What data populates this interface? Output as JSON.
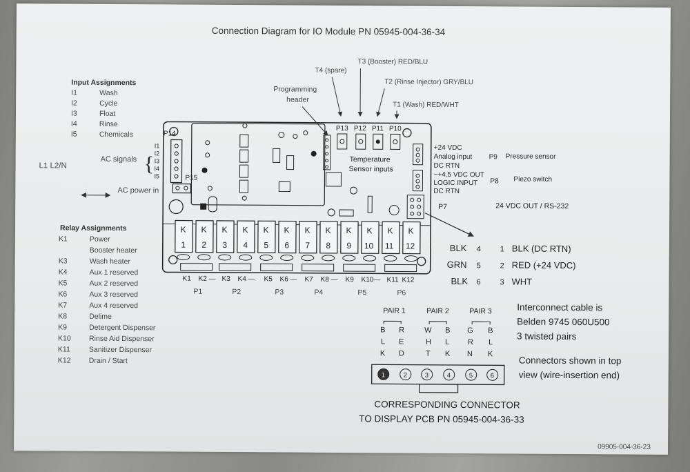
{
  "title": "Connection Diagram for IO Module PN 05945-004-36-34",
  "input_assignments": {
    "heading": "Input Assignments",
    "rows": [
      {
        "id": "I1",
        "label": "Wash"
      },
      {
        "id": "I2",
        "label": "Cycle"
      },
      {
        "id": "I3",
        "label": "Float"
      },
      {
        "id": "I4",
        "label": "Rinse"
      },
      {
        "id": "I5",
        "label": "Chemicals"
      }
    ]
  },
  "left_labels": {
    "l1_l2n": "L1  L2/N",
    "ac_signals": "AC signals",
    "ac_power_in": "AC power in"
  },
  "relay_assignments": {
    "heading": "Relay Assignments",
    "rows": [
      {
        "id": "K1",
        "label": "Power"
      },
      {
        "id": "",
        "label": "Booster heater"
      },
      {
        "id": "K3",
        "label": "Wash heater"
      },
      {
        "id": "K4",
        "label": "Aux 1 reserved"
      },
      {
        "id": "K5",
        "label": "Aux 2 reserved"
      },
      {
        "id": "K6",
        "label": "Aux 3 reserved"
      },
      {
        "id": "K7",
        "label": "Aux 4 reserved"
      },
      {
        "id": "K8",
        "label": "Delime"
      },
      {
        "id": "K9",
        "label": "Detergent Dispenser"
      },
      {
        "id": "K10",
        "label": "Rinse Aid Dispenser"
      },
      {
        "id": "K11",
        "label": "Sanitizer Dispenser"
      },
      {
        "id": "K12",
        "label": "Drain / Start"
      }
    ]
  },
  "top_callouts": {
    "programming_header": [
      "Programming",
      "header"
    ],
    "t4": "T4 (spare)",
    "t3": "T3 (Booster) RED/BLU",
    "t2": "T2 (Rinse Injector) GRY/BLU",
    "t1": "T1 (Wash) RED/WHT"
  },
  "board": {
    "header_labels": [
      "P13",
      "P12",
      "P11",
      "P10"
    ],
    "p14": "P14",
    "p15": "P15",
    "input_pins": [
      "I1",
      "I2",
      "I3",
      "I4",
      "I5"
    ],
    "temp_sensor": [
      "Temperature",
      "Sensor inputs"
    ],
    "relays": [
      "K",
      "K",
      "K",
      "K",
      "K",
      "K",
      "K",
      "K",
      "K",
      "K",
      "K",
      "K"
    ],
    "relay_numbers": [
      "1",
      "2",
      "3",
      "4",
      "5",
      "6",
      "7",
      "8",
      "9",
      "10",
      "11",
      "12"
    ],
    "bottom_k_labels": [
      "K1",
      "K2 —",
      "K3",
      "K4 —",
      "K5",
      "K6 —",
      "K7",
      "K8 —",
      "K9",
      "K10—",
      "K11",
      "K12"
    ],
    "p_labels": [
      "P1",
      "P2",
      "P3",
      "P4",
      "P5",
      "P6"
    ]
  },
  "right_side": {
    "v24": "+24 VDC",
    "analog_input": "Analog input",
    "dc_rtn_1": "DC RTN",
    "p9": "P9",
    "pressure_sensor": "Pressure sensor",
    "v45": "~+4.5 VDC OUT",
    "logic_input": "LOGIC INPUT",
    "dc_rtn_2": "DC RTN",
    "p8": "P8",
    "piezo_switch": "Piezo switch",
    "p7": "P7",
    "rs232": "24 VDC OUT / RS-232"
  },
  "p7_pinout": [
    {
      "left": "BLK",
      "lnum": "4",
      "rnum": "1",
      "right": "BLK (DC RTN)"
    },
    {
      "left": "GRN",
      "lnum": "5",
      "rnum": "2",
      "right": "RED (+24 VDC)"
    },
    {
      "left": "BLK",
      "lnum": "6",
      "rnum": "3",
      "right": "WHT"
    }
  ],
  "pairs": {
    "headers": [
      "PAIR 1",
      "PAIR 2",
      "PAIR 3"
    ],
    "columns": [
      [
        "B",
        "L",
        "K"
      ],
      [
        "R",
        "E",
        "D"
      ],
      [
        "W",
        "H",
        "T"
      ],
      [
        "B",
        "L",
        "K"
      ],
      [
        "G",
        "R",
        "N"
      ],
      [
        "B",
        "L",
        "K"
      ]
    ]
  },
  "connector_pins": [
    "1",
    "2",
    "3",
    "4",
    "5",
    "6"
  ],
  "cable_note": [
    "Interconnect cable is",
    "Belden 9745 060U500",
    "3 twisted pairs"
  ],
  "connector_note": [
    "Connectors shown in top",
    "view (wire-insertion end)"
  ],
  "corresponding": [
    "CORRESPONDING CONNECTOR",
    "TO DISPLAY PCB PN 05945-004-36-33"
  ],
  "doc_number": "09905-004-36-23",
  "colors": {
    "paper": "#eceeef",
    "ink": "#333333",
    "background": "#8f8f8b"
  }
}
